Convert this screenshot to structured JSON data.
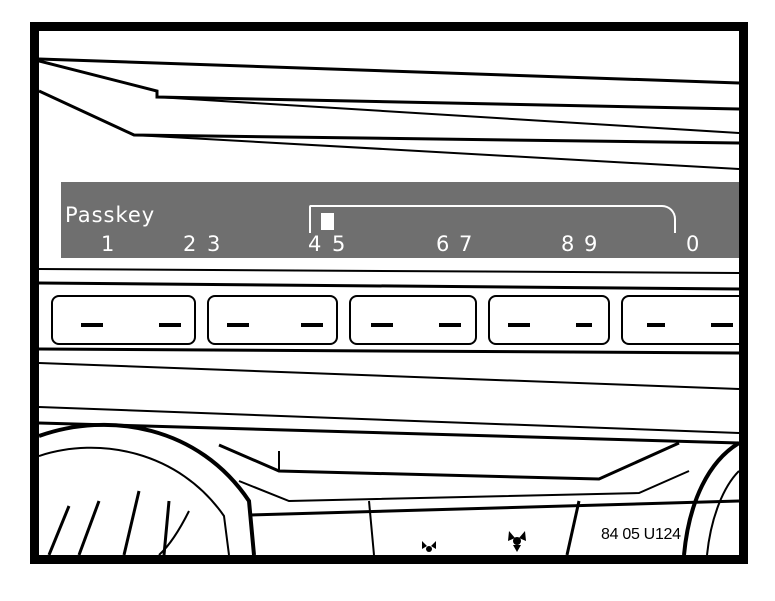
{
  "display": {
    "label": "Passkey",
    "digits": [
      "1",
      "2",
      "3",
      "4",
      "5",
      "6",
      "7",
      "8",
      "9",
      "0"
    ]
  },
  "softkeys": [
    "softkey-1",
    "softkey-2",
    "softkey-3",
    "softkey-4",
    "softkey-5"
  ],
  "figure_code": "84 05 U124",
  "colors": {
    "display_bg": "#6f6f6f",
    "line": "#000000",
    "paper": "#ffffff"
  }
}
